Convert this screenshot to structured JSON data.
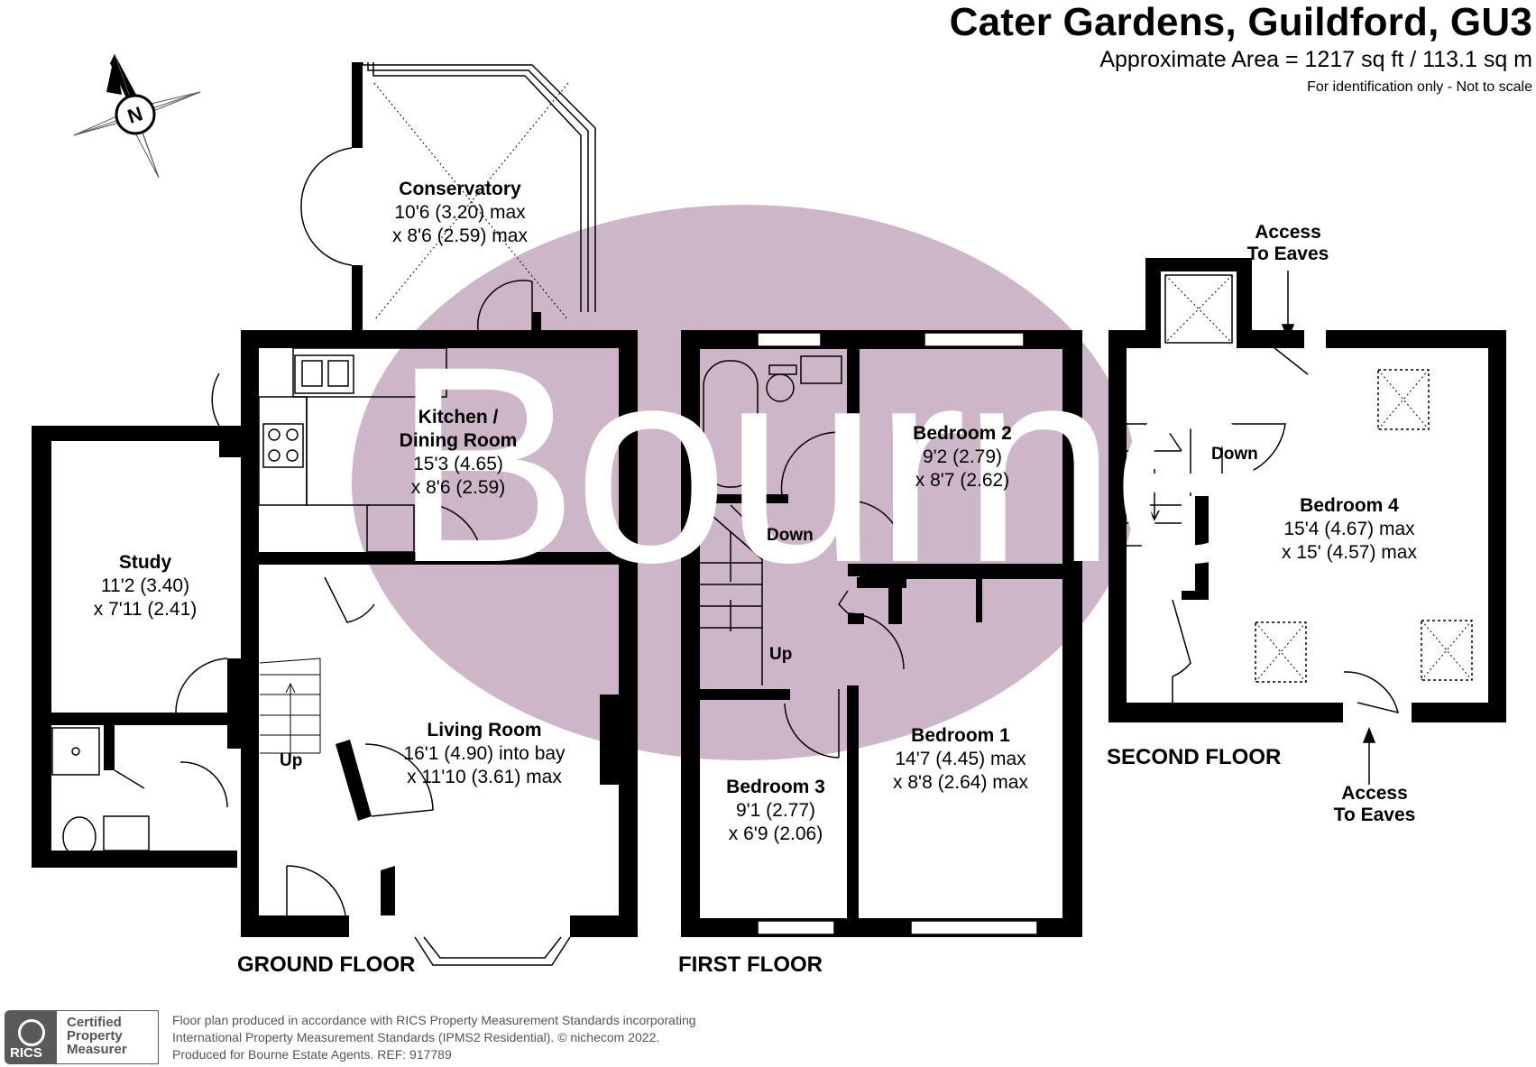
{
  "header": {
    "title": "Cater Gardens, Guildford, GU3",
    "area": "Approximate Area = 1217 sq ft / 113.1 sq m",
    "note": "For identification only - Not to scale"
  },
  "compass": {
    "label": "N"
  },
  "watermark": {
    "text": "Bourne",
    "color": "#cdb6c8"
  },
  "rooms": {
    "conservatory": {
      "name": "Conservatory",
      "dim1": "10'6 (3.20) max",
      "dim2": "x 8'6 (2.59) max"
    },
    "kitchen": {
      "name1": "Kitchen /",
      "name2": "Dining Room",
      "dim1": "15'3 (4.65)",
      "dim2": "x 8'6 (2.59)"
    },
    "study": {
      "name": "Study",
      "dim1": "11'2 (3.40)",
      "dim2": "x 7'11 (2.41)"
    },
    "living": {
      "name": "Living Room",
      "dim1": "16'1 (4.90) into bay",
      "dim2": "x 11'10 (3.61) max"
    },
    "bedroom2": {
      "name": "Bedroom 2",
      "dim1": "9'2 (2.79)",
      "dim2": "x 8'7 (2.62)"
    },
    "bedroom1": {
      "name": "Bedroom 1",
      "dim1": "14'7 (4.45) max",
      "dim2": "x 8'8 (2.64) max"
    },
    "bedroom3": {
      "name": "Bedroom 3",
      "dim1": "9'1 (2.77)",
      "dim2": "x 6'9 (2.06)"
    },
    "bedroom4": {
      "name": "Bedroom 4",
      "dim1": "15'4 (4.67) max",
      "dim2": "x 15' (4.57) max"
    }
  },
  "stairs": {
    "ground_up": "Up",
    "first_down": "Down",
    "first_up": "Up",
    "second_down": "Down"
  },
  "access": {
    "top_line1": "Access",
    "top_line2": "To Eaves",
    "bottom_line1": "Access",
    "bottom_line2": "To Eaves"
  },
  "floors": {
    "ground": "GROUND FLOOR",
    "first": "FIRST FLOOR",
    "second": "SECOND FLOOR"
  },
  "footer": {
    "badge_org": "RICS",
    "badge_line1": "Certified",
    "badge_line2": "Property",
    "badge_line3": "Measurer",
    "line1": "Floor plan produced in accordance with RICS Property Measurement Standards incorporating",
    "line2": "International Property Measurement Standards (IPMS2 Residential).   © nichecom 2022.",
    "line3": "Produced for Bourne Estate Agents.   REF:  917789"
  }
}
